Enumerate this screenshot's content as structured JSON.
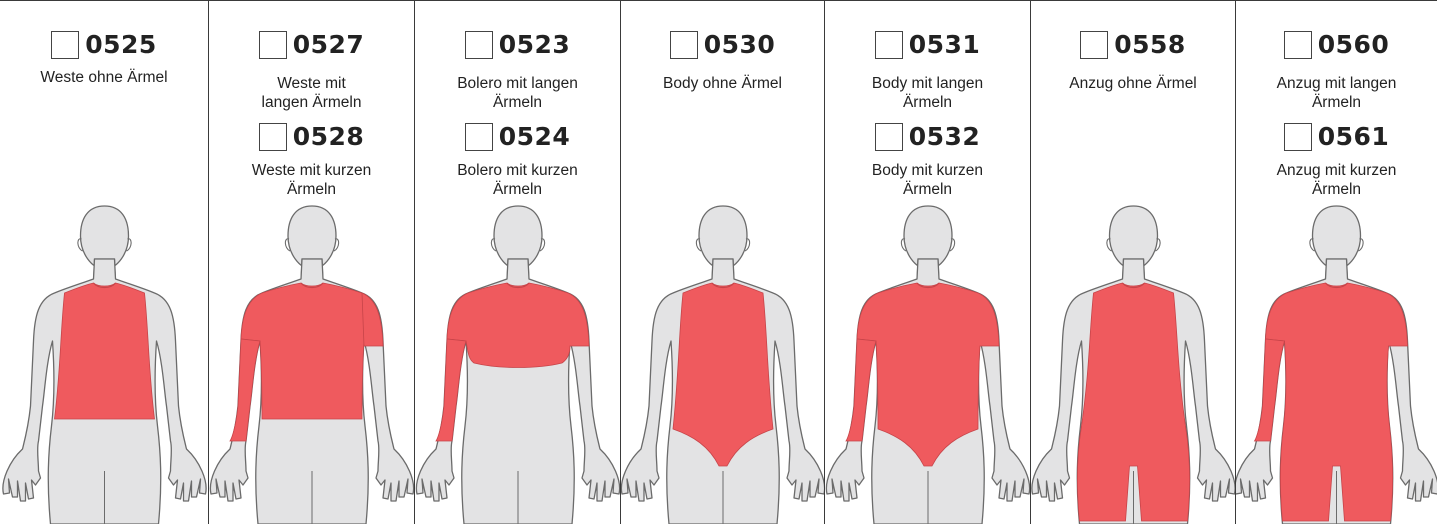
{
  "colors": {
    "garment": "#ef5a5e",
    "body": "#e3e3e4",
    "outline": "#6b6b6b",
    "panel_border": "#3a3a3a"
  },
  "panels": [
    {
      "options": [
        {
          "code": "0525",
          "label": "Weste ohne Ärmel"
        }
      ],
      "garment": "vest-sleeveless"
    },
    {
      "options": [
        {
          "code": "0527",
          "label": "Weste mit langen Ärmeln"
        },
        {
          "code": "0528",
          "label": "Weste mit kurzen Ärmeln"
        }
      ],
      "garment": "vest-sleeves"
    },
    {
      "options": [
        {
          "code": "0523",
          "label": "Bolero mit langen Ärmeln"
        },
        {
          "code": "0524",
          "label": "Bolero mit kurzen Ärmeln"
        }
      ],
      "garment": "bolero"
    },
    {
      "options": [
        {
          "code": "0530",
          "label": "Body ohne Ärmel"
        }
      ],
      "garment": "body-sleeveless"
    },
    {
      "options": [
        {
          "code": "0531",
          "label": "Body mit langen Ärmeln"
        },
        {
          "code": "0532",
          "label": "Body mit kurzen Ärmeln"
        }
      ],
      "garment": "body-sleeves"
    },
    {
      "options": [
        {
          "code": "0558",
          "label": "Anzug ohne Ärmel"
        }
      ],
      "garment": "suit-sleeveless"
    },
    {
      "options": [
        {
          "code": "0560",
          "label": "Anzug mit langen Ärmeln"
        },
        {
          "code": "0561",
          "label": "Anzug mit kurzen Ärmeln"
        }
      ],
      "garment": "suit-sleeves"
    }
  ]
}
